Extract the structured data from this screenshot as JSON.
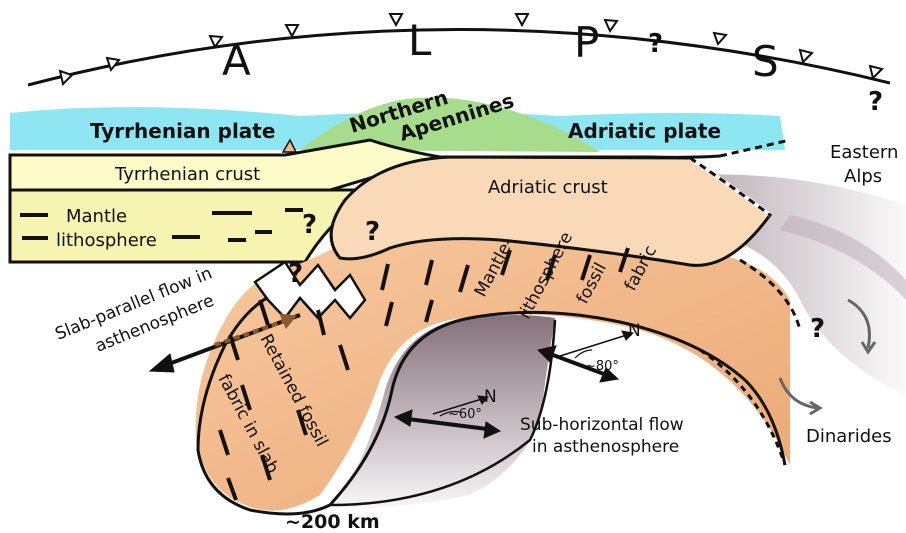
{
  "alps_letters": [
    "A",
    "L",
    "P",
    "S"
  ],
  "question_mark": "?",
  "labels": {
    "tyrrhenian_plate": "Tyrrhenian plate",
    "northern": "Northern",
    "apennines": "Apennines",
    "adriatic_plate": "Adriatic plate",
    "eastern": "Eastern",
    "alps": "Alps",
    "tyrrhenian_crust": "Tyrrhenian crust",
    "adriatic_crust": "Adriatic crust",
    "mantle": "Mantle",
    "lithosphere": "lithosphere",
    "mantle_dash": "Mantle-",
    "lithosphere2": "lithosphere",
    "fossil": "fossil",
    "fabric": "fabric",
    "slab_parallel_1": "Slab-parallel flow in",
    "slab_parallel_2": "asthenosphere",
    "retained_1": "Retained fossil",
    "retained_2": "fabric in slab",
    "sub_horizontal_1": "Sub-horizontal flow",
    "sub_horizontal_2": "in asthenosphere",
    "north_1": "N",
    "north_2": "N",
    "angle_80": "~80°",
    "angle_60": "~60°",
    "dinarides": "Dinarides",
    "depth": "~200 km"
  },
  "colors": {
    "sea": "#8fe6f3",
    "apennines_green": "#9fd98a",
    "tyrrhenian_crust": "#fdfbc8",
    "mantle_yellow": "#f7f3b0",
    "adriatic_crust": "#f9d9b8",
    "slab": "#f2b889",
    "asthenosphere_shade": "#cdbec4",
    "outline": "#111111"
  }
}
